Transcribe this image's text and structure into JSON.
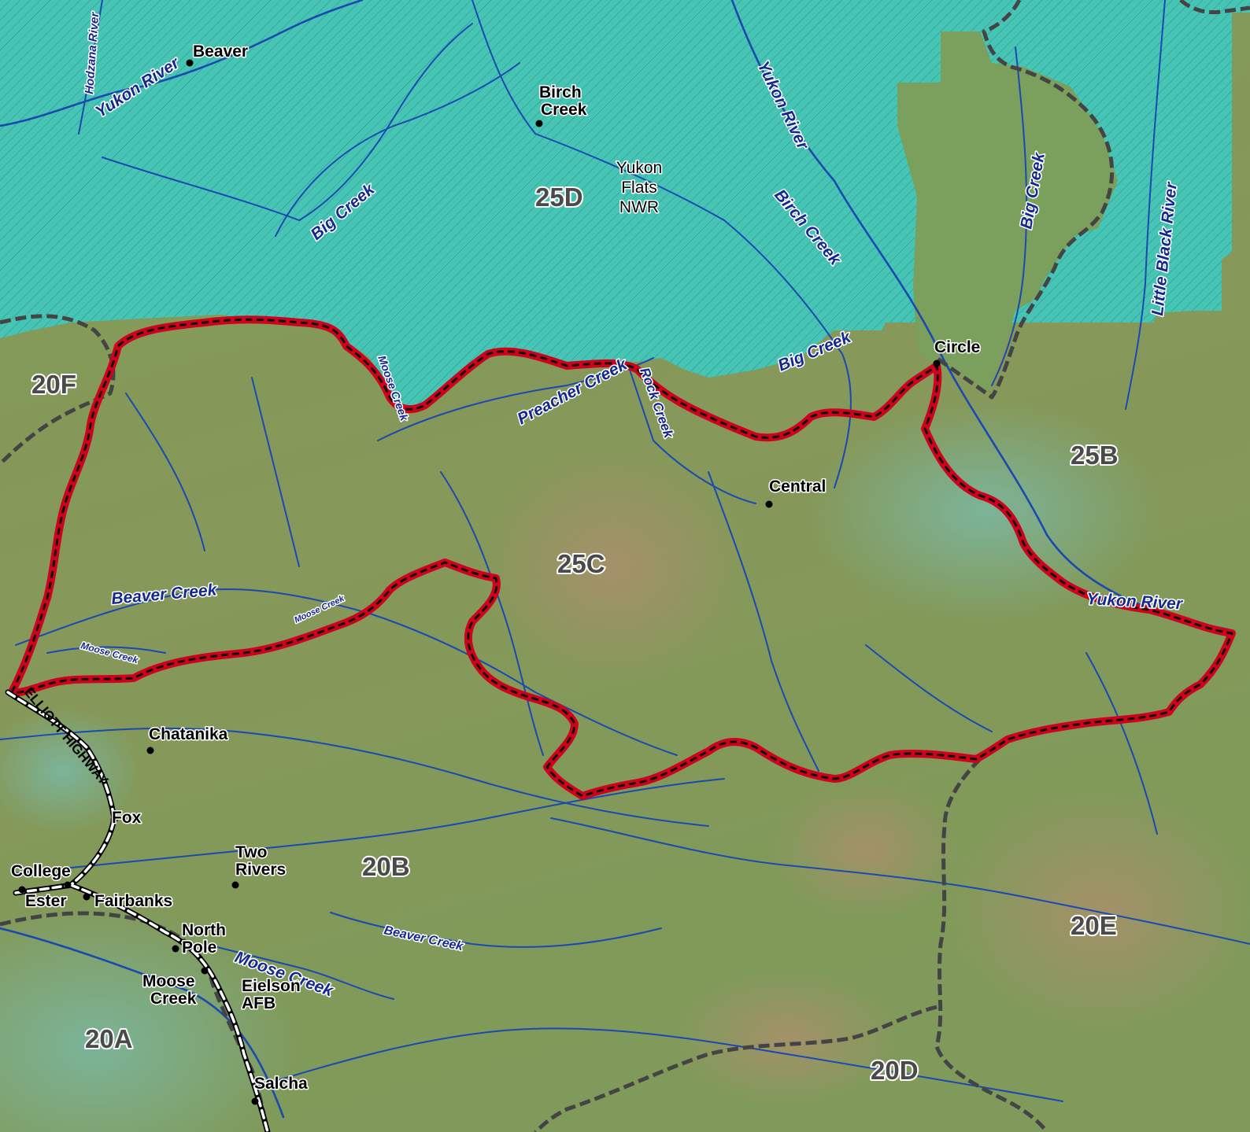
{
  "map": {
    "colors": {
      "terrain": "#7f9a52",
      "terrain_high": "#a88a6a",
      "lowland": "#79b09a",
      "refuge": "#40c4b4",
      "river": "#1a4ab0",
      "unit_boundary": "#555555",
      "highlight_unit": "#d0021b",
      "road": "#ffffff"
    },
    "units": {
      "u25D": "25D",
      "u25C": "25C",
      "u25B": "25B",
      "u20F": "20F",
      "u20B": "20B",
      "u20E": "20E",
      "u20D": "20D",
      "u20A": "20A"
    },
    "refuge": {
      "line1": "Yukon",
      "line2": "Flats",
      "line3": "NWR"
    },
    "places": {
      "beaver": "Beaver",
      "birch_creek_1": "Birch",
      "birch_creek_2": "Creek",
      "circle": "Circle",
      "central": "Central",
      "chatanika": "Chatanika",
      "fox": "Fox",
      "two_rivers_1": "Two",
      "two_rivers_2": "Rivers",
      "college": "College",
      "ester": "Ester",
      "fairbanks": "Fairbanks",
      "north_pole_1": "North",
      "north_pole_2": "Pole",
      "moose_creek_1": "Moose",
      "moose_creek_2": "Creek",
      "eielson_1": "Eielson",
      "eielson_2": "AFB",
      "salcha": "Salcha"
    },
    "rivers": {
      "hodzana": "Hodzana River",
      "yukon_nw": "Yukon River",
      "yukon_n": "Yukon River",
      "yukon_e": "Yukon River",
      "big_creek_w": "Big Creek",
      "big_creek_c": "Big Creek",
      "big_creek_ne": "Big Creek",
      "birch_creek": "Birch Creek",
      "little_black": "Little Black River",
      "moose_creek_n": "Moose Creek",
      "preacher_creek": "Preacher Creek",
      "rock_creek": "Rock Creek",
      "beaver_creek_w": "Beaver Creek",
      "moose_creek_small": "Moose Creek",
      "moose_creek_w": "Moose Creek",
      "beaver_creek_s": "Beaver Creek",
      "moose_creek_s": "Moose Creek"
    },
    "roads": {
      "elliott": "ELLIOTT HIGHWAY"
    }
  }
}
